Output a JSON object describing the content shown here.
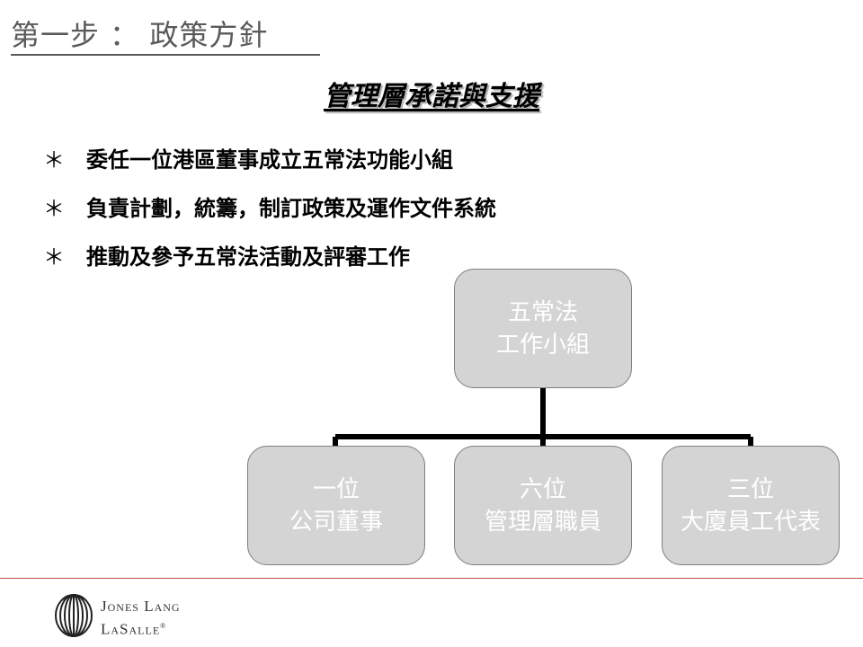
{
  "slide": {
    "title": "第一步 ： 政策方針",
    "subtitle": "管理層承諾與支援"
  },
  "bullets": [
    {
      "mark": "＊",
      "text": "委任一位港區董事成立五常法功能小組"
    },
    {
      "mark": "＊",
      "text": "負責計劃，統籌，制訂政策及運作文件系統"
    },
    {
      "mark": "＊",
      "text": "推動及參予五常法活動及評審工作"
    }
  ],
  "org_chart": {
    "root": {
      "line1": "五常法",
      "line2": "工作小組"
    },
    "children": [
      {
        "line1": "一位",
        "line2": "公司董事"
      },
      {
        "line1": "六位",
        "line2": "管理層職員"
      },
      {
        "line1": "三位",
        "line2": "大廈員工代表"
      }
    ]
  },
  "logo": {
    "line1": "Jones Lang",
    "line2": "LaSalle",
    "reg": "®"
  },
  "colors": {
    "node_fill": "#d4d4d4",
    "accent_rule": "#c0504d",
    "title_gray": "#5a5a5a"
  }
}
